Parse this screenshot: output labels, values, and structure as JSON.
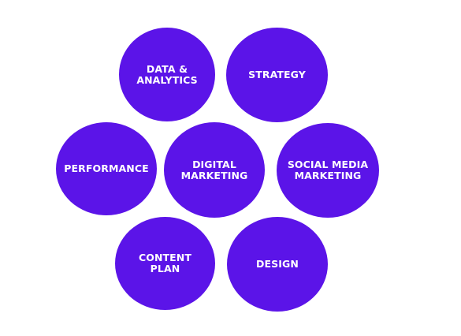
{
  "colors": {
    "circle_fill": "#5b14e8",
    "label_text": "#ffffff",
    "background": "#ffffff"
  },
  "nodes": {
    "data_analytics": "DATA &\nANALYTICS",
    "strategy": "STRATEGY",
    "performance": "PERFORMANCE",
    "digital_marketing": "DIGITAL\nMARKETING",
    "social_media_marketing": "SOCIAL MEDIA\nMARKETING",
    "content_plan": "CONTENT\nPLAN",
    "design": "DESIGN"
  }
}
